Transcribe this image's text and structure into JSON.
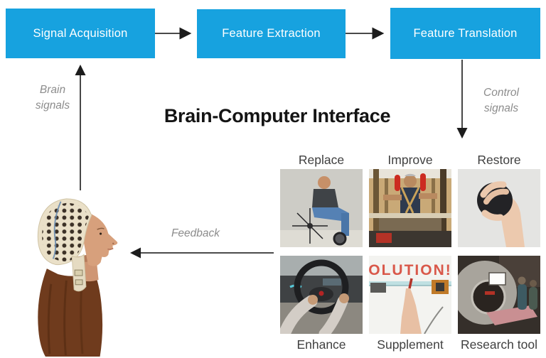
{
  "title": "Brain-Computer Interface",
  "pipeline": {
    "boxes": [
      {
        "label": "Signal Acquisition"
      },
      {
        "label": "Feature Extraction"
      },
      {
        "label": "Feature Translation"
      }
    ]
  },
  "labels": {
    "brain_signals": "Brain signals",
    "control_signals": "Control signals",
    "feedback": "Feedback"
  },
  "applications": {
    "top_row": [
      {
        "label": "Replace",
        "image": "man-in-wheelchair"
      },
      {
        "label": "Improve",
        "image": "patient-in-gait-trainer"
      },
      {
        "label": "Restore",
        "image": "hand-squeezing-black-ball"
      }
    ],
    "bottom_row": [
      {
        "label": "Enhance",
        "image": "hands-on-car-steering-wheel"
      },
      {
        "label": "Supplement",
        "image": "hand-writing-on-whiteboard"
      },
      {
        "label": "Research tool",
        "image": "mri-scanner"
      }
    ]
  },
  "photo_text": {
    "whiteboard": "OLUTION!"
  },
  "figure": {
    "left_photo": "person-wearing-eeg-electrode-cap"
  },
  "colors": {
    "box_blue": "#17A2DF",
    "box_text": "#FFFFFF",
    "side_label_gray": "#8C8C8C",
    "photo_label_gray": "#404040",
    "title_black": "#141414",
    "arrow_dark": "#2E2E2E"
  }
}
